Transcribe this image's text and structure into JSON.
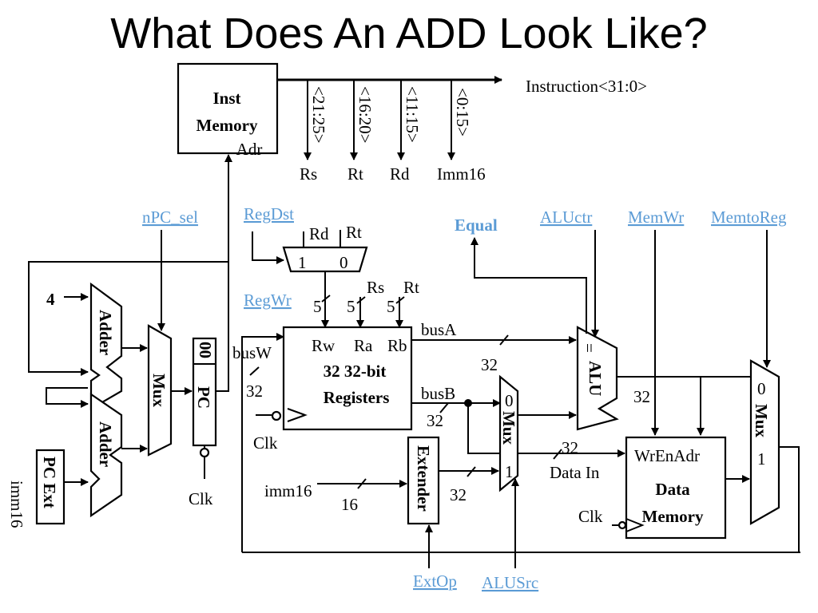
{
  "title": "What Does An ADD Look Like?",
  "inst_memory": {
    "line1": "Inst",
    "line2": "Memory",
    "adr": "Adr"
  },
  "instruction_bus": "Instruction<31:0>",
  "fields": [
    {
      "bits": "<21:25>",
      "name": "Rs"
    },
    {
      "bits": "<16:20>",
      "name": "Rt"
    },
    {
      "bits": "<11:15>",
      "name": "Rd"
    },
    {
      "bits": "<0:15>",
      "name": "Imm16"
    }
  ],
  "controls": {
    "npc_sel": "nPC_sel",
    "regdst": "RegDst",
    "regwr": "RegWr",
    "equal": "Equal",
    "aluctr": "ALUctr",
    "memwr": "MemWr",
    "memtoreg": "MemtoReg",
    "extop": "ExtOp",
    "alusrc": "ALUSrc"
  },
  "regdst_mux": {
    "in_rd": "Rd",
    "in_rt": "Rt",
    "sel1": "1",
    "sel0": "0"
  },
  "widths": {
    "rw": "5",
    "ra": "5",
    "rb": "5",
    "busw": "32",
    "busa": "32",
    "busb": "32",
    "ext_out": "32",
    "imm": "16",
    "alu_out": "32",
    "data_in": "32"
  },
  "reg_inputs": {
    "rs": "Rs",
    "rt": "Rt"
  },
  "registers": {
    "rw": "Rw",
    "ra": "Ra",
    "rb": "Rb",
    "line1": "32 32-bit",
    "line2": "Registers"
  },
  "bus_labels": {
    "busw": "busW",
    "busa": "busA",
    "busb": "busB",
    "data_in": "Data In",
    "imm16": "imm16"
  },
  "clk": "Clk",
  "pc_logic": {
    "four": "4",
    "adder": "Adder",
    "mux": "Mux",
    "pc": "PC",
    "pc_bits": "00",
    "pc_ext": "PC Ext",
    "imm16": "imm16"
  },
  "alu": {
    "label": "ALU",
    "eq": "="
  },
  "alusrc_mux": {
    "label": "Mux",
    "in0": "0",
    "in1": "1"
  },
  "extender": "Extender",
  "data_memory": {
    "ports": "WrEnAdr",
    "line1": "Data",
    "line2": "Memory"
  },
  "memtoreg_mux": {
    "label": "Mux",
    "in0": "0",
    "in1": "1"
  }
}
